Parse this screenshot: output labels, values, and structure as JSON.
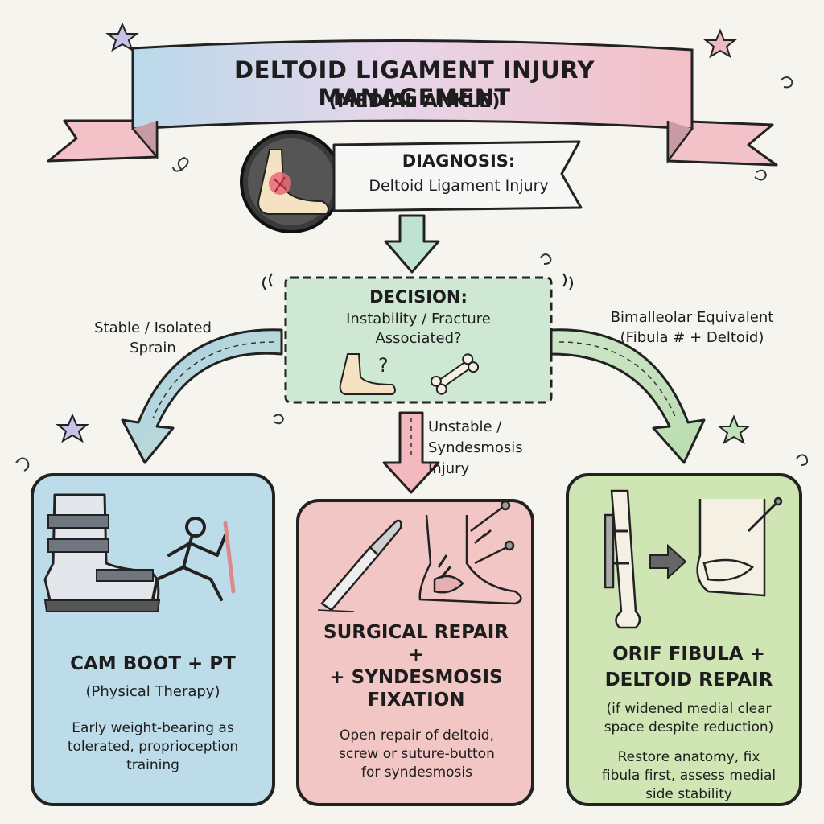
{
  "title": {
    "line1": "DELTOID LIGAMENT INJURY MANAGEMENT",
    "line2": "(MEDIAL ANKLE)"
  },
  "diagnosis": {
    "heading": "DIAGNOSIS:",
    "text": "Deltoid Ligament Injury"
  },
  "decision": {
    "heading": "DECISION:",
    "line1": "Instability / Fracture",
    "line2": "Associated?"
  },
  "branches": {
    "left": [
      "Stable / Isolated",
      "Sprain"
    ],
    "middle": [
      "Unstable /",
      "Syndesmosis",
      "Injury"
    ],
    "right": [
      "Bimalleolar Equivalent",
      "(Fibula # + Deltoid)"
    ]
  },
  "boxes": [
    {
      "title": [
        "CAM BOOT + PT"
      ],
      "subtitle": "(Physical Therapy)",
      "description": [
        "Early weight-bearing as",
        "tolerated, proprioception",
        "training"
      ],
      "color": "#bcdcea"
    },
    {
      "title": [
        "SURGICAL REPAIR",
        "+",
        "+ SYNDESMOSIS",
        "FIXATION"
      ],
      "description": [
        "Open repair of deltoid,",
        "screw or suture-button",
        "for syndesmosis"
      ],
      "color": "#f3c6c6"
    },
    {
      "title": [
        "ORIF FIBULA +",
        "DELTOID REPAIR"
      ],
      "subtitle": [
        "(if widened medial clear",
        "space despite reduction)"
      ],
      "description": [
        "Restore anatomy, fix",
        "fibula first, assess medial",
        "side stability"
      ],
      "color": "#cfe5b4"
    }
  ]
}
